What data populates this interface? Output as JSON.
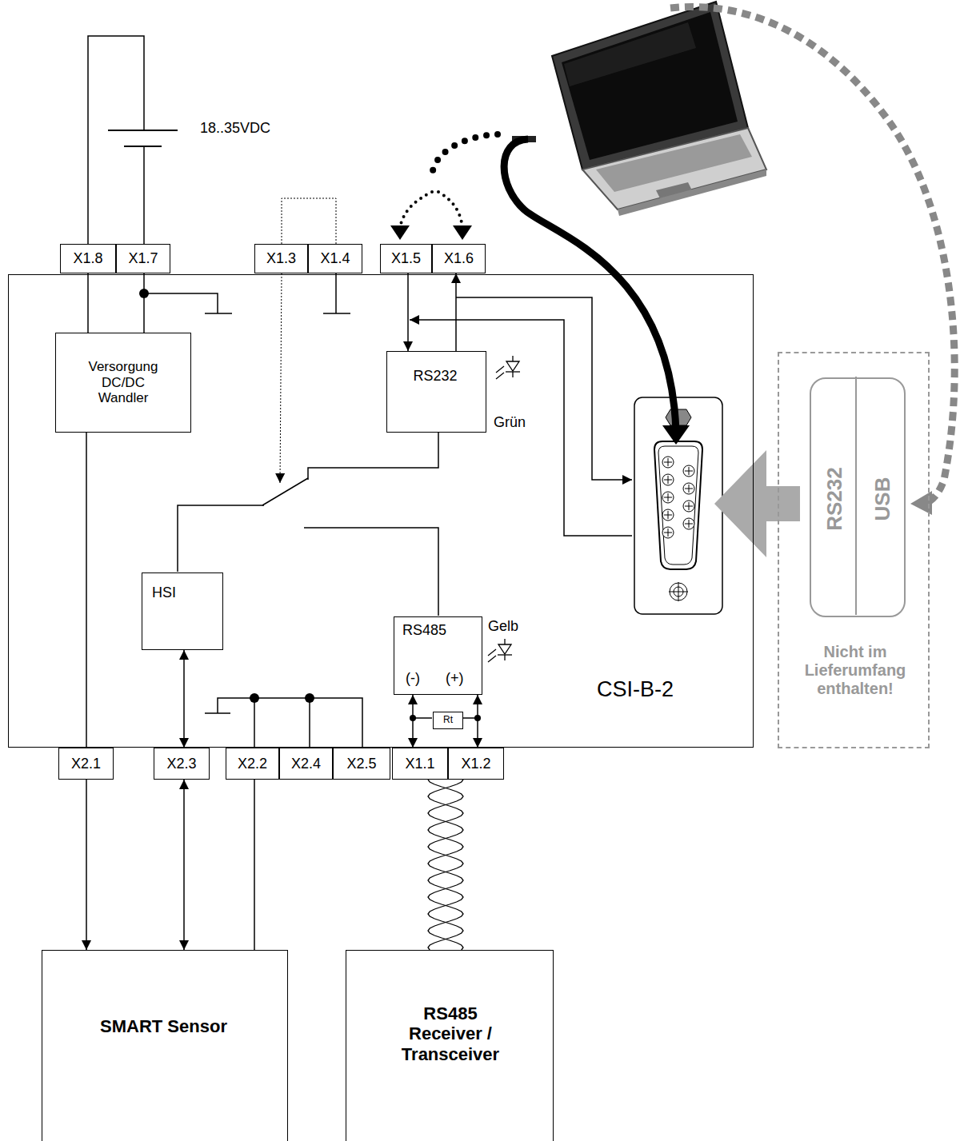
{
  "diagram": {
    "nodes": [
      {
        "text": [
          "X1.8"
        ]
      },
      {
        "text": [
          "X1.7"
        ]
      },
      {
        "text": [
          "X1.3"
        ]
      },
      {
        "text": [
          "X1.4"
        ]
      },
      {
        "text": [
          "X1.5"
        ]
      },
      {
        "text": [
          "X1.6"
        ]
      },
      {
        "text": [
          "CSI-B-2"
        ]
      },
      {
        "text": [
          "Versorgung DC/DC Wandler"
        ],
        "in": 6
      },
      {
        "text": [
          "RS232"
        ],
        "in": 6
      },
      {
        "text": [
          "HSI"
        ],
        "in": 6
      },
      {
        "text": [
          "RS485",
          "(-)",
          "(+)"
        ],
        "in": 6
      },
      {
        "text": [
          "Rt"
        ],
        "in": 6
      },
      {
        "text": [
          "X2.1"
        ]
      },
      {
        "text": [
          "X2.3"
        ]
      },
      {
        "text": [
          "X2.2"
        ]
      },
      {
        "text": [
          "X2.4"
        ]
      },
      {
        "text": [
          "X2.5"
        ]
      },
      {
        "text": [
          "X1.1"
        ]
      },
      {
        "text": [
          "X1.2"
        ]
      },
      {
        "text": [
          "Nicht im Lieferumfang enthalten!"
        ]
      },
      {
        "text": [
          "RS232",
          "USB"
        ],
        "in": 19
      },
      {
        "text": [
          "SMART Sensor"
        ]
      },
      {
        "text": [
          "RS485 Receiver / Transceiver"
        ]
      }
    ],
    "edges": [
      {
        "from": 0,
        "to": 7,
        "arrow": "none"
      },
      {
        "from": 1,
        "to": 7,
        "arrow": "none"
      },
      {
        "from": 4,
        "to": 8,
        "arrow": "to"
      },
      {
        "from": 8,
        "to": 5,
        "arrow": "to"
      },
      {
        "from": 7,
        "to": 12,
        "arrow": "none"
      },
      {
        "from": 9,
        "to": 13,
        "arrow": "both"
      },
      {
        "from": 10,
        "to": 17,
        "arrow": "both"
      },
      {
        "from": 10,
        "to": 18,
        "arrow": "both"
      },
      {
        "from": 12,
        "to": 21,
        "arrow": "to"
      },
      {
        "from": 13,
        "to": 21,
        "arrow": "both"
      },
      {
        "from": 14,
        "to": 21,
        "arrow": "none"
      },
      {
        "from": 17,
        "to": 22,
        "arrow": "none"
      },
      {
        "from": 18,
        "to": 22,
        "arrow": "none"
      }
    ],
    "labels": [
      "18..35VDC",
      "Grün",
      "Gelb"
    ]
  }
}
